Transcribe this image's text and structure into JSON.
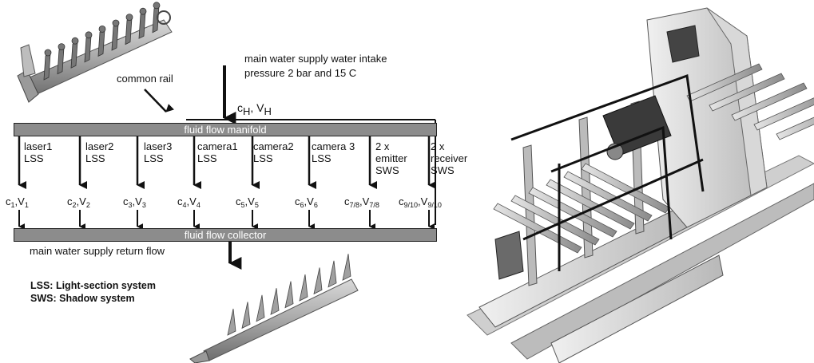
{
  "labels": {
    "main_supply_line1": "main water supply water intake",
    "main_supply_line2": "pressure 2 bar and 15 C",
    "common_rail": "common rail",
    "manifold": "fluid flow manifold",
    "collector": "fluid flow collector",
    "return_flow": "main water supply return flow"
  },
  "head_var": {
    "c": "c",
    "c_sub": "H",
    "v": "V",
    "v_sub": "H"
  },
  "consumers": [
    {
      "line1": "laser1",
      "line2": "LSS",
      "c_sub": "1",
      "v_sub": "1"
    },
    {
      "line1": "laser2",
      "line2": "LSS",
      "c_sub": "2",
      "v_sub": "2"
    },
    {
      "line1": "laser3",
      "line2": "LSS",
      "c_sub": "3",
      "v_sub": "3"
    },
    {
      "line1": "camera1",
      "line2": "LSS",
      "c_sub": "4",
      "v_sub": "4"
    },
    {
      "line1": "camera2",
      "line2": "LSS",
      "c_sub": "5",
      "v_sub": "5"
    },
    {
      "line1": "camera 3",
      "line2": "LSS",
      "c_sub": "6",
      "v_sub": "6"
    },
    {
      "line1": "2 x",
      "line2": "emitter",
      "line3": "SWS",
      "c_sub": "7/8",
      "v_sub": "7/8"
    },
    {
      "line1": "2 x",
      "line2": "receiver",
      "line3": "SWS",
      "c_sub": "9/10",
      "v_sub": "9/10"
    }
  ],
  "var_symbols": {
    "c": "c",
    "v": "V"
  },
  "legend": [
    "LSS: Light-section system",
    "SWS: Shadow system"
  ]
}
